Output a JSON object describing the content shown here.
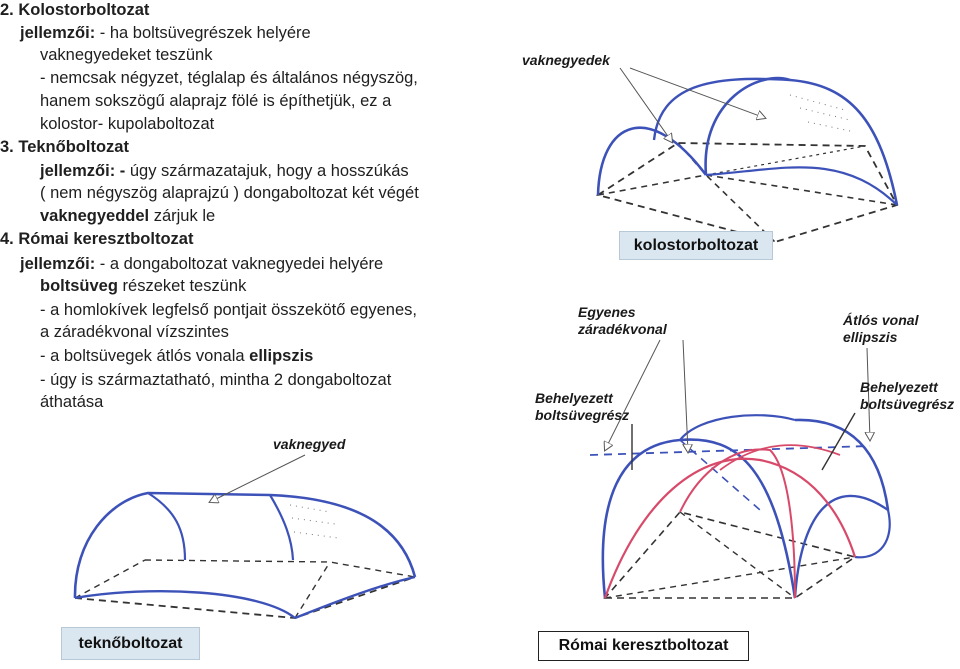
{
  "text": {
    "s2_title": "2. Kolostorboltozat",
    "s2_l1a": "jellemzői:",
    "s2_l1b": " - ha boltsüvegrészek helyére",
    "s2_l2": "vaknegyedeket teszünk",
    "s2_l3": "- nemcsak négyzet, téglalap és általános négyszög,",
    "s2_l4": "hanem sokszögű alaprajz fölé is építhetjük, ez a",
    "s2_l5": "kolostor- kupolaboltozat",
    "s3_title": "3. Teknőboltozat",
    "s3_l1a": "jellemzői: -",
    "s3_l1b": " úgy származatajuk, hogy a hosszúkás",
    "s3_l2": "( nem négyszög alaprajzú ) dongaboltozat két végét",
    "s3_l3a": "vaknegyeddel",
    "s3_l3b": " zárjuk le",
    "s4_title": "4. Római keresztboltozat",
    "s4_l1a": "jellemzői:",
    "s4_l1b": " - a dongaboltozat vaknegyedei helyére",
    "s4_l2a": "boltsüveg",
    "s4_l2b": " részeket teszünk",
    "s4_l3": "- a homlokívek legfelső pontjait összekötő egyenes,",
    "s4_l4": "a záradékvonal vízszintes",
    "s4_l5a": "- a boltsüvegek átlós vonala ",
    "s4_l5b": "ellipszis",
    "s4_l6": "- úgy is származtatható, mintha 2 dongaboltozat",
    "s4_l7": "áthatása"
  },
  "labels": {
    "vaknegyedek": "vaknegyedek",
    "vaknegyed": "vaknegyed",
    "egyenes_1": "Egyenes",
    "egyenes_2": "záradékvonal",
    "atlos_1": "Átlós vonal",
    "atlos_2": "ellipszis",
    "behelyezett_left_1": "Behelyezett",
    "behelyezett_left_2": "boltsüvegrész",
    "behelyezett_right_1": "Behelyezett",
    "behelyezett_right_2": "boltsüvegrész"
  },
  "captions": {
    "kolostor": "kolostorboltozat",
    "tekno": "teknőboltozat",
    "romai": "Római keresztboltozat"
  },
  "colors": {
    "vault_blue": "#3d52b8",
    "ellipse_red": "#d84a6a",
    "dashed_black": "#333333",
    "caption_bg": "#dbe7f0"
  }
}
